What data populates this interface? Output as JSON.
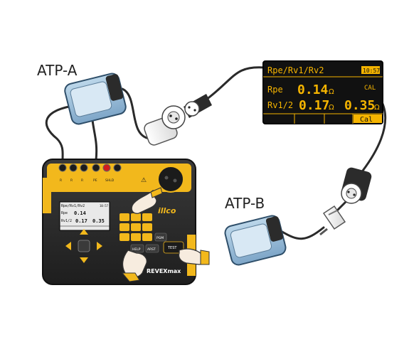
{
  "labels": {
    "atp_a": "ATP-A",
    "atp_b": "ATP-B"
  },
  "instrument": {
    "brand": "illco",
    "model": "REVEXmax",
    "terminals": [
      "R",
      "R",
      "R",
      "PE",
      "SHLD"
    ],
    "buttons": {
      "help": "HELP",
      "reset": "ARST",
      "test": "TEST",
      "prog": "PGM"
    },
    "mini_screen": {
      "title": "Rpe/Rv1/Rv2",
      "time": "10:57",
      "rpe_label": "Rpe",
      "rpe_value": "0.14",
      "rv_label": "Rv1/2",
      "rv1_value": "0.17",
      "rv2_value": "0.35"
    }
  },
  "big_display": {
    "title": "Rpe/Rv1/Rv2",
    "time": "10:57",
    "rpe_label": "Rpe",
    "rpe_value": "0.14",
    "unit": "Ω",
    "cal_tag": "CAL",
    "rv_label": "Rv1/2",
    "rv1_value": "0.17",
    "rv2_value": "0.35",
    "softkey_right": "Cal"
  },
  "colors": {
    "instrument_body": "#2b2b2b",
    "accent_yellow": "#f2b81c",
    "display_bg": "#111111",
    "display_text": "#f5b400",
    "adapter_body": "#8fb8d8",
    "cable": "#2a2a2a"
  }
}
